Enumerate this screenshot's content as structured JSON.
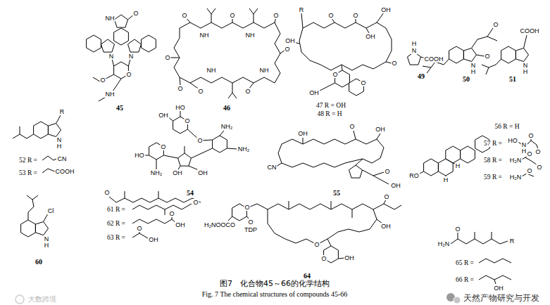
{
  "diagram": {
    "caption": "图7　化合物45～66的化学结构",
    "labels": [
      "NH",
      "O",
      "N",
      "N",
      "O",
      "O",
      "NH",
      "45",
      "O",
      "NH",
      "O",
      "NH",
      "O",
      "O",
      "NH",
      "O",
      "NH",
      "O",
      "O",
      "O",
      "46",
      "R",
      "OH",
      "O",
      "O",
      "OH",
      "OH",
      "O",
      "O",
      "O",
      "OH",
      "47 R = OH",
      "48 R = H",
      "H",
      "N",
      "COOH",
      "49",
      "O",
      "O",
      "N",
      "H",
      "50",
      "COOH",
      "N",
      "H",
      "51",
      "R",
      "N",
      "H",
      "52 R =",
      "CN",
      "53 R =",
      "COOH",
      "OH",
      "HO",
      "O",
      "NH₂",
      "NH₂",
      "O",
      "HO",
      "O",
      "NH₂",
      "OH",
      "OH",
      "54",
      "OH",
      "O",
      "OH",
      "CN",
      "O",
      "OH",
      "55",
      "RO",
      "H",
      "H",
      "56 R = H",
      "57 R =",
      "HO",
      "N",
      "H",
      "O",
      "O",
      "58 R =",
      "H₂N",
      "O",
      "O",
      "59 R =",
      "H₂N",
      "O",
      "Cl",
      "N",
      "H",
      "60",
      "O",
      "61 R =",
      "O",
      "62 R =",
      "O",
      "OH",
      "63 R =",
      "O",
      "OH",
      "O",
      "H₂NOOCO",
      "O",
      "TDP",
      "O",
      "O",
      "OH",
      "O",
      "OH",
      "64",
      "H₂N",
      "O",
      "R",
      "65 R =",
      "66 R =",
      "OH",
      "Fig. 7 The chemical structures of compounds 45-66",
      "天然产物研究与开发",
      "大数跨境"
    ]
  }
}
